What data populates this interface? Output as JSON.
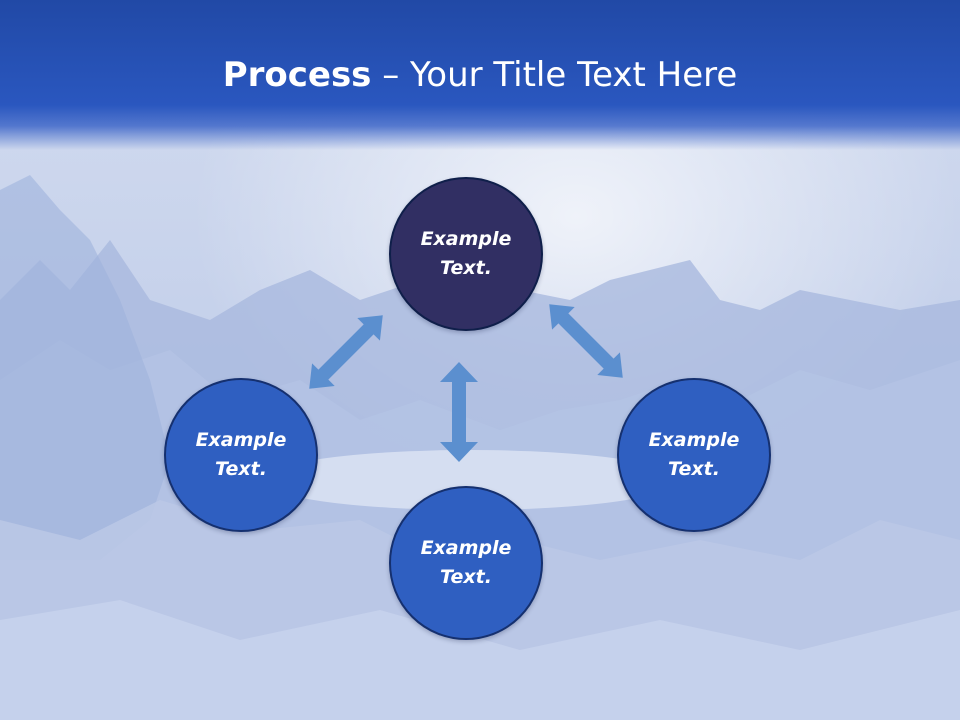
{
  "title": {
    "bold": "Process",
    "rest": " – Your Title Text Here"
  },
  "nodes": {
    "top": {
      "line1": "Example",
      "line2": "Text."
    },
    "left": {
      "line1": "Example",
      "line2": "Text."
    },
    "right": {
      "line1": "Example",
      "line2": "Text."
    },
    "bottom": {
      "line1": "Example",
      "line2": "Text."
    }
  },
  "colors": {
    "title_band": "#2a57bf",
    "top_node": "#312f63",
    "other_nodes": "#2f5fc1",
    "arrows": "#5b8fcf"
  }
}
